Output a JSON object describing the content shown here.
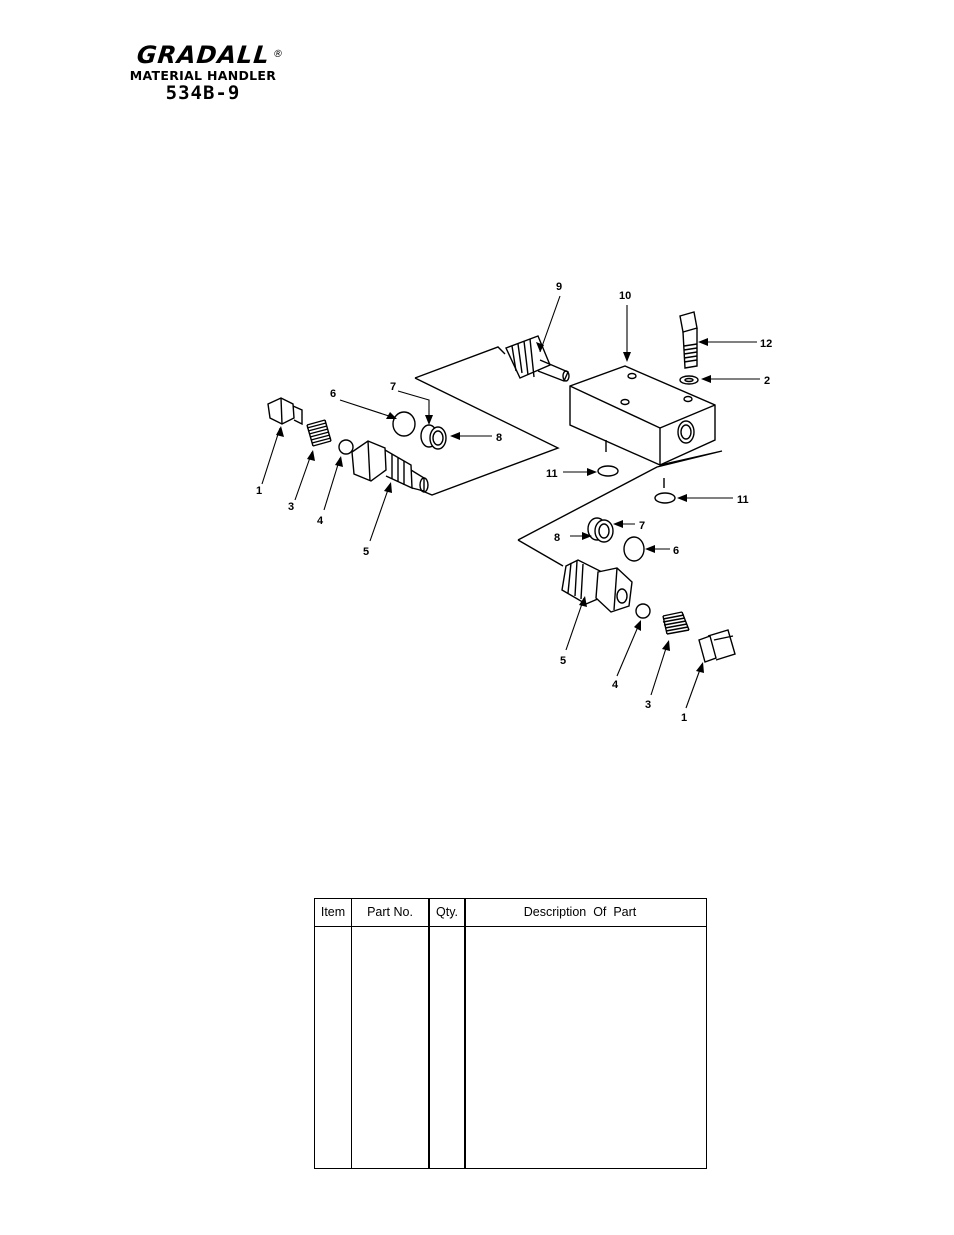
{
  "header": {
    "brand": "GRADALL",
    "registered_mark": "®",
    "subtitle": "MATERIAL HANDLER",
    "model": "534B-9"
  },
  "callouts": [
    "1",
    "2",
    "3",
    "4",
    "5",
    "6",
    "7",
    "8",
    "9",
    "10",
    "11",
    "12"
  ],
  "parts_table": {
    "columns": [
      "Item",
      "Part No.",
      "Qty.",
      "Description  Of  Part"
    ],
    "rows": []
  }
}
